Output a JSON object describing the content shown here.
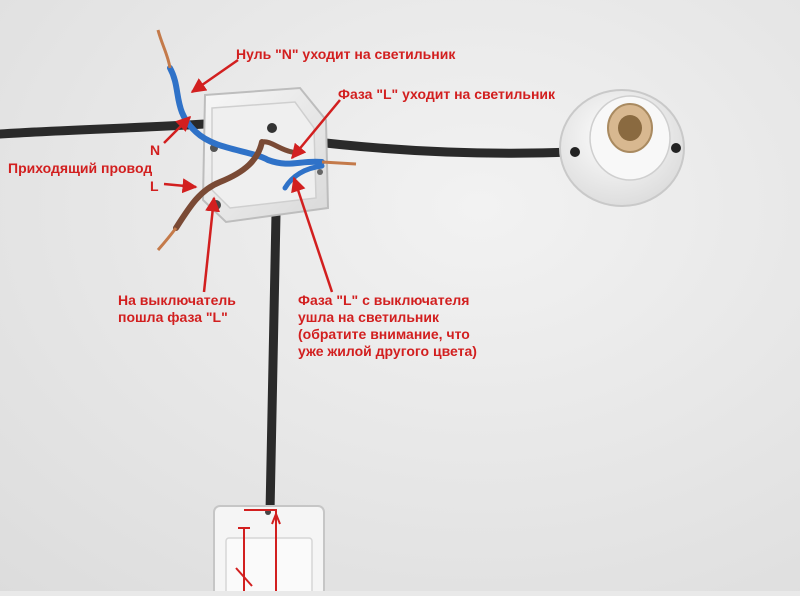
{
  "annotations": {
    "neutral_to_lamp": "Нуль \"N\" уходит на светильник",
    "phase_to_lamp": "Фаза \"L\" уходит на светильник",
    "n_marker": "N",
    "incoming_wire": "Приходящий провод",
    "l_marker": "L",
    "phase_to_switch_line1": "На выключатель",
    "phase_to_switch_line2": "пошла фаза \"L\"",
    "phase_from_switch_line1": "Фаза \"L\" с выключателя",
    "phase_from_switch_line2": "ушла на светильник",
    "phase_from_switch_line3": "(обратите внимание, что",
    "phase_from_switch_line4": "уже жилой другого цвета)"
  },
  "colors": {
    "annotation": "#d21f1f",
    "wall": "#e9e9e9",
    "cable": "#2a2a2a",
    "neutral_wire": "#2f72c8",
    "phase_wire": "#7a4a35",
    "copper": "#c47a4a"
  },
  "objects": [
    "junction-box",
    "lamp-socket",
    "light-switch",
    "black-cable",
    "blue-wire",
    "brown-wire"
  ]
}
